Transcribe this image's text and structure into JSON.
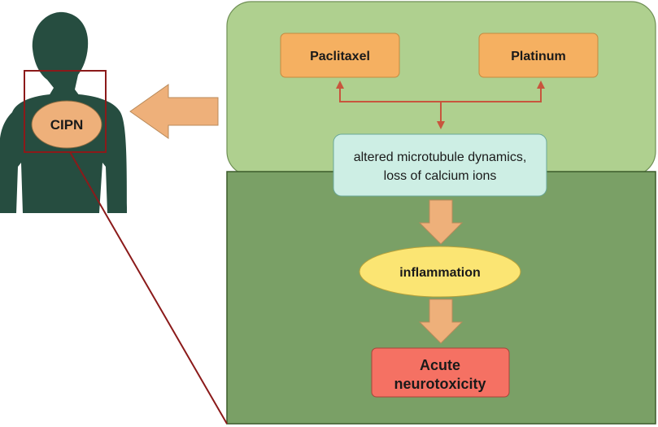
{
  "figure": {
    "human": {
      "label": "CIPN"
    },
    "drugs": [
      {
        "label": "Paclitaxel"
      },
      {
        "label": "Platinum"
      }
    ],
    "mechanism": {
      "line1": "altered microtubule dynamics,",
      "line2": "loss of calcium ions"
    },
    "inflammation": {
      "label": "inflammation"
    },
    "outcome": {
      "line1": "Acute",
      "line2": "neurotoxicity"
    },
    "colors": {
      "light_green_panel": "#afd08f",
      "dark_green_panel": "#7aa066",
      "silhouette": "#264d40",
      "drug_box": "#f5b061",
      "mechanism_box": "#cdeee4",
      "inflammation_ellipse": "#fbe573",
      "outcome_box": "#f57163",
      "big_arrow": "#eeb07a",
      "red_line": "#c8553d",
      "outline_dark_red": "#8b1a1a"
    }
  }
}
